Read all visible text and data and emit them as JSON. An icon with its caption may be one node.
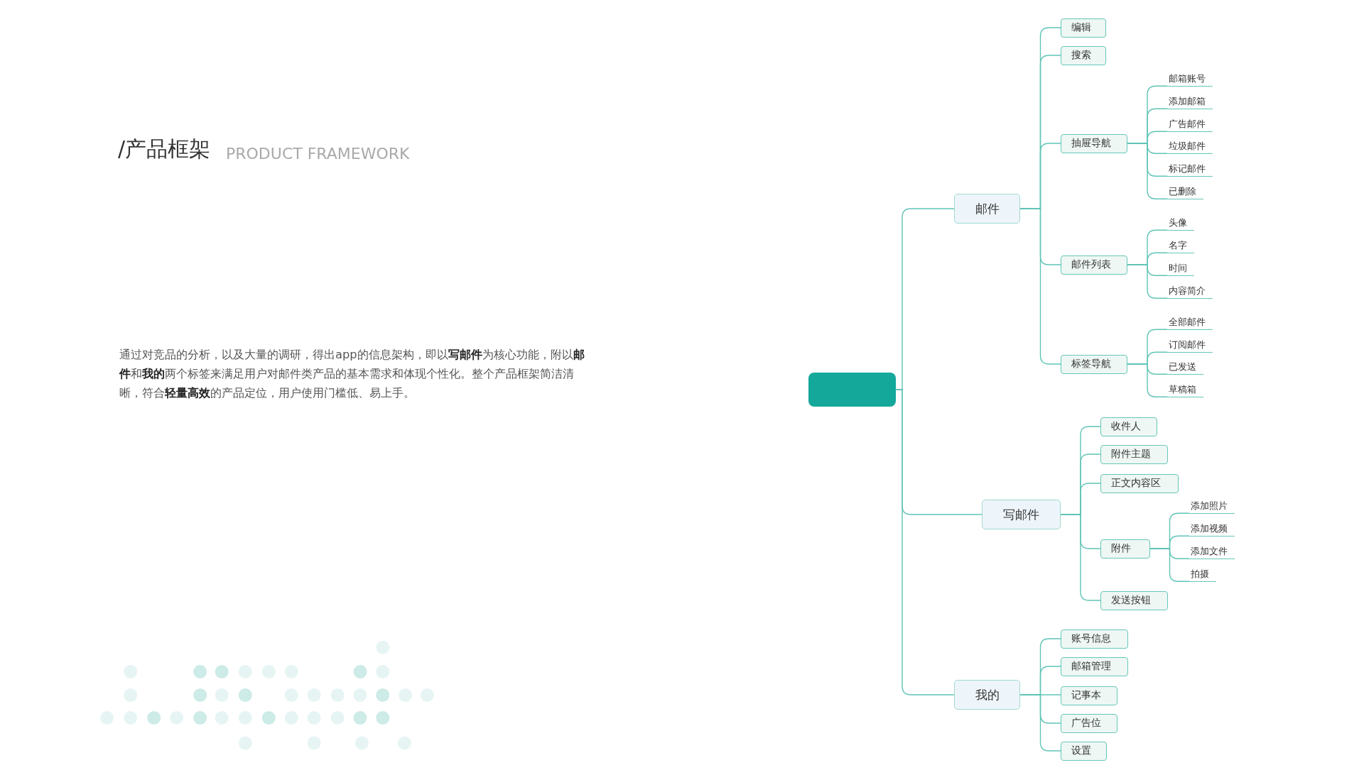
{
  "diagram": {
    "title": "/产品框架",
    "nodes": [
      {
        "text": [],
        "shape": "box"
      },
      {
        "text": [
          "邮件"
        ]
      },
      {
        "text": [
          "编辑"
        ]
      },
      {
        "text": [
          "搜索"
        ]
      },
      {
        "text": [
          "抽屉导航"
        ]
      },
      {
        "text": [
          "邮箱账号"
        ]
      },
      {
        "text": [
          "添加邮箱"
        ]
      },
      {
        "text": [
          "广告邮件"
        ]
      },
      {
        "text": [
          "垃圾邮件"
        ]
      },
      {
        "text": [
          "标记邮件"
        ]
      },
      {
        "text": [
          "已删除"
        ]
      },
      {
        "text": [
          "邮件列表"
        ]
      },
      {
        "text": [
          "头像"
        ]
      },
      {
        "text": [
          "名字"
        ]
      },
      {
        "text": [
          "时间"
        ]
      },
      {
        "text": [
          "内容简介"
        ]
      },
      {
        "text": [
          "标签导航"
        ]
      },
      {
        "text": [
          "全部邮件"
        ]
      },
      {
        "text": [
          "订阅邮件"
        ]
      },
      {
        "text": [
          "已发送"
        ]
      },
      {
        "text": [
          "草稿箱"
        ]
      },
      {
        "text": [
          "写邮件"
        ]
      },
      {
        "text": [
          "收件人"
        ]
      },
      {
        "text": [
          "附件主题"
        ]
      },
      {
        "text": [
          "正文内容区"
        ]
      },
      {
        "text": [
          "附件"
        ]
      },
      {
        "text": [
          "添加照片"
        ]
      },
      {
        "text": [
          "添加视频"
        ]
      },
      {
        "text": [
          "添加文件"
        ]
      },
      {
        "text": [
          "拍摄"
        ]
      },
      {
        "text": [
          "发送按钮"
        ]
      },
      {
        "text": [
          "我的"
        ]
      },
      {
        "text": [
          "账号信息"
        ]
      },
      {
        "text": [
          "邮箱管理"
        ]
      },
      {
        "text": [
          "记事本"
        ]
      },
      {
        "text": [
          "广告位"
        ]
      },
      {
        "text": [
          "设置"
        ]
      }
    ],
    "edges": [
      {
        "from": 0,
        "to": 1,
        "arrow": "none"
      },
      {
        "from": 1,
        "to": 2,
        "arrow": "none"
      },
      {
        "from": 1,
        "to": 3,
        "arrow": "none"
      },
      {
        "from": 1,
        "to": 4,
        "arrow": "none"
      },
      {
        "from": 4,
        "to": 5,
        "arrow": "none"
      },
      {
        "from": 4,
        "to": 6,
        "arrow": "none"
      },
      {
        "from": 4,
        "to": 7,
        "arrow": "none"
      },
      {
        "from": 4,
        "to": 8,
        "arrow": "none"
      },
      {
        "from": 4,
        "to": 9,
        "arrow": "none"
      },
      {
        "from": 4,
        "to": 10,
        "arrow": "none"
      },
      {
        "from": 1,
        "to": 11,
        "arrow": "none"
      },
      {
        "from": 11,
        "to": 12,
        "arrow": "none"
      },
      {
        "from": 11,
        "to": 13,
        "arrow": "none"
      },
      {
        "from": 11,
        "to": 14,
        "arrow": "none"
      },
      {
        "from": 11,
        "to": 15,
        "arrow": "none"
      },
      {
        "from": 1,
        "to": 16,
        "arrow": "none"
      },
      {
        "from": 16,
        "to": 17,
        "arrow": "none"
      },
      {
        "from": 16,
        "to": 18,
        "arrow": "none"
      },
      {
        "from": 16,
        "to": 19,
        "arrow": "none"
      },
      {
        "from": 16,
        "to": 20,
        "arrow": "none"
      },
      {
        "from": 0,
        "to": 21,
        "arrow": "none"
      },
      {
        "from": 21,
        "to": 22,
        "arrow": "none"
      },
      {
        "from": 21,
        "to": 23,
        "arrow": "none"
      },
      {
        "from": 21,
        "to": 24,
        "arrow": "none"
      },
      {
        "from": 21,
        "to": 25,
        "arrow": "none"
      },
      {
        "from": 25,
        "to": 26,
        "arrow": "none"
      },
      {
        "from": 25,
        "to": 27,
        "arrow": "none"
      },
      {
        "from": 25,
        "to": 28,
        "arrow": "none"
      },
      {
        "from": 25,
        "to": 29,
        "arrow": "none"
      },
      {
        "from": 21,
        "to": 30,
        "arrow": "none"
      },
      {
        "from": 0,
        "to": 31,
        "arrow": "none"
      },
      {
        "from": 31,
        "to": 32,
        "arrow": "none"
      },
      {
        "from": 31,
        "to": 33,
        "arrow": "none"
      },
      {
        "from": 31,
        "to": 34,
        "arrow": "none"
      },
      {
        "from": 31,
        "to": 35,
        "arrow": "none"
      },
      {
        "from": 31,
        "to": 36,
        "arrow": "none"
      }
    ],
    "labels": [
      "PRODUCT FRAMEWORK",
      "通过对竞品的分析，以及大量的调研，得出app的信息架构，即以**写邮件**为核心功能，附以**邮件**和**我的**两个标签来满足用户对邮件类产品的基本需求和体现个性化。整个产品框架简洁清晰，符合**轻量高效**的产品定位，用户使用门槛低、易上手。"
    ]
  }
}
